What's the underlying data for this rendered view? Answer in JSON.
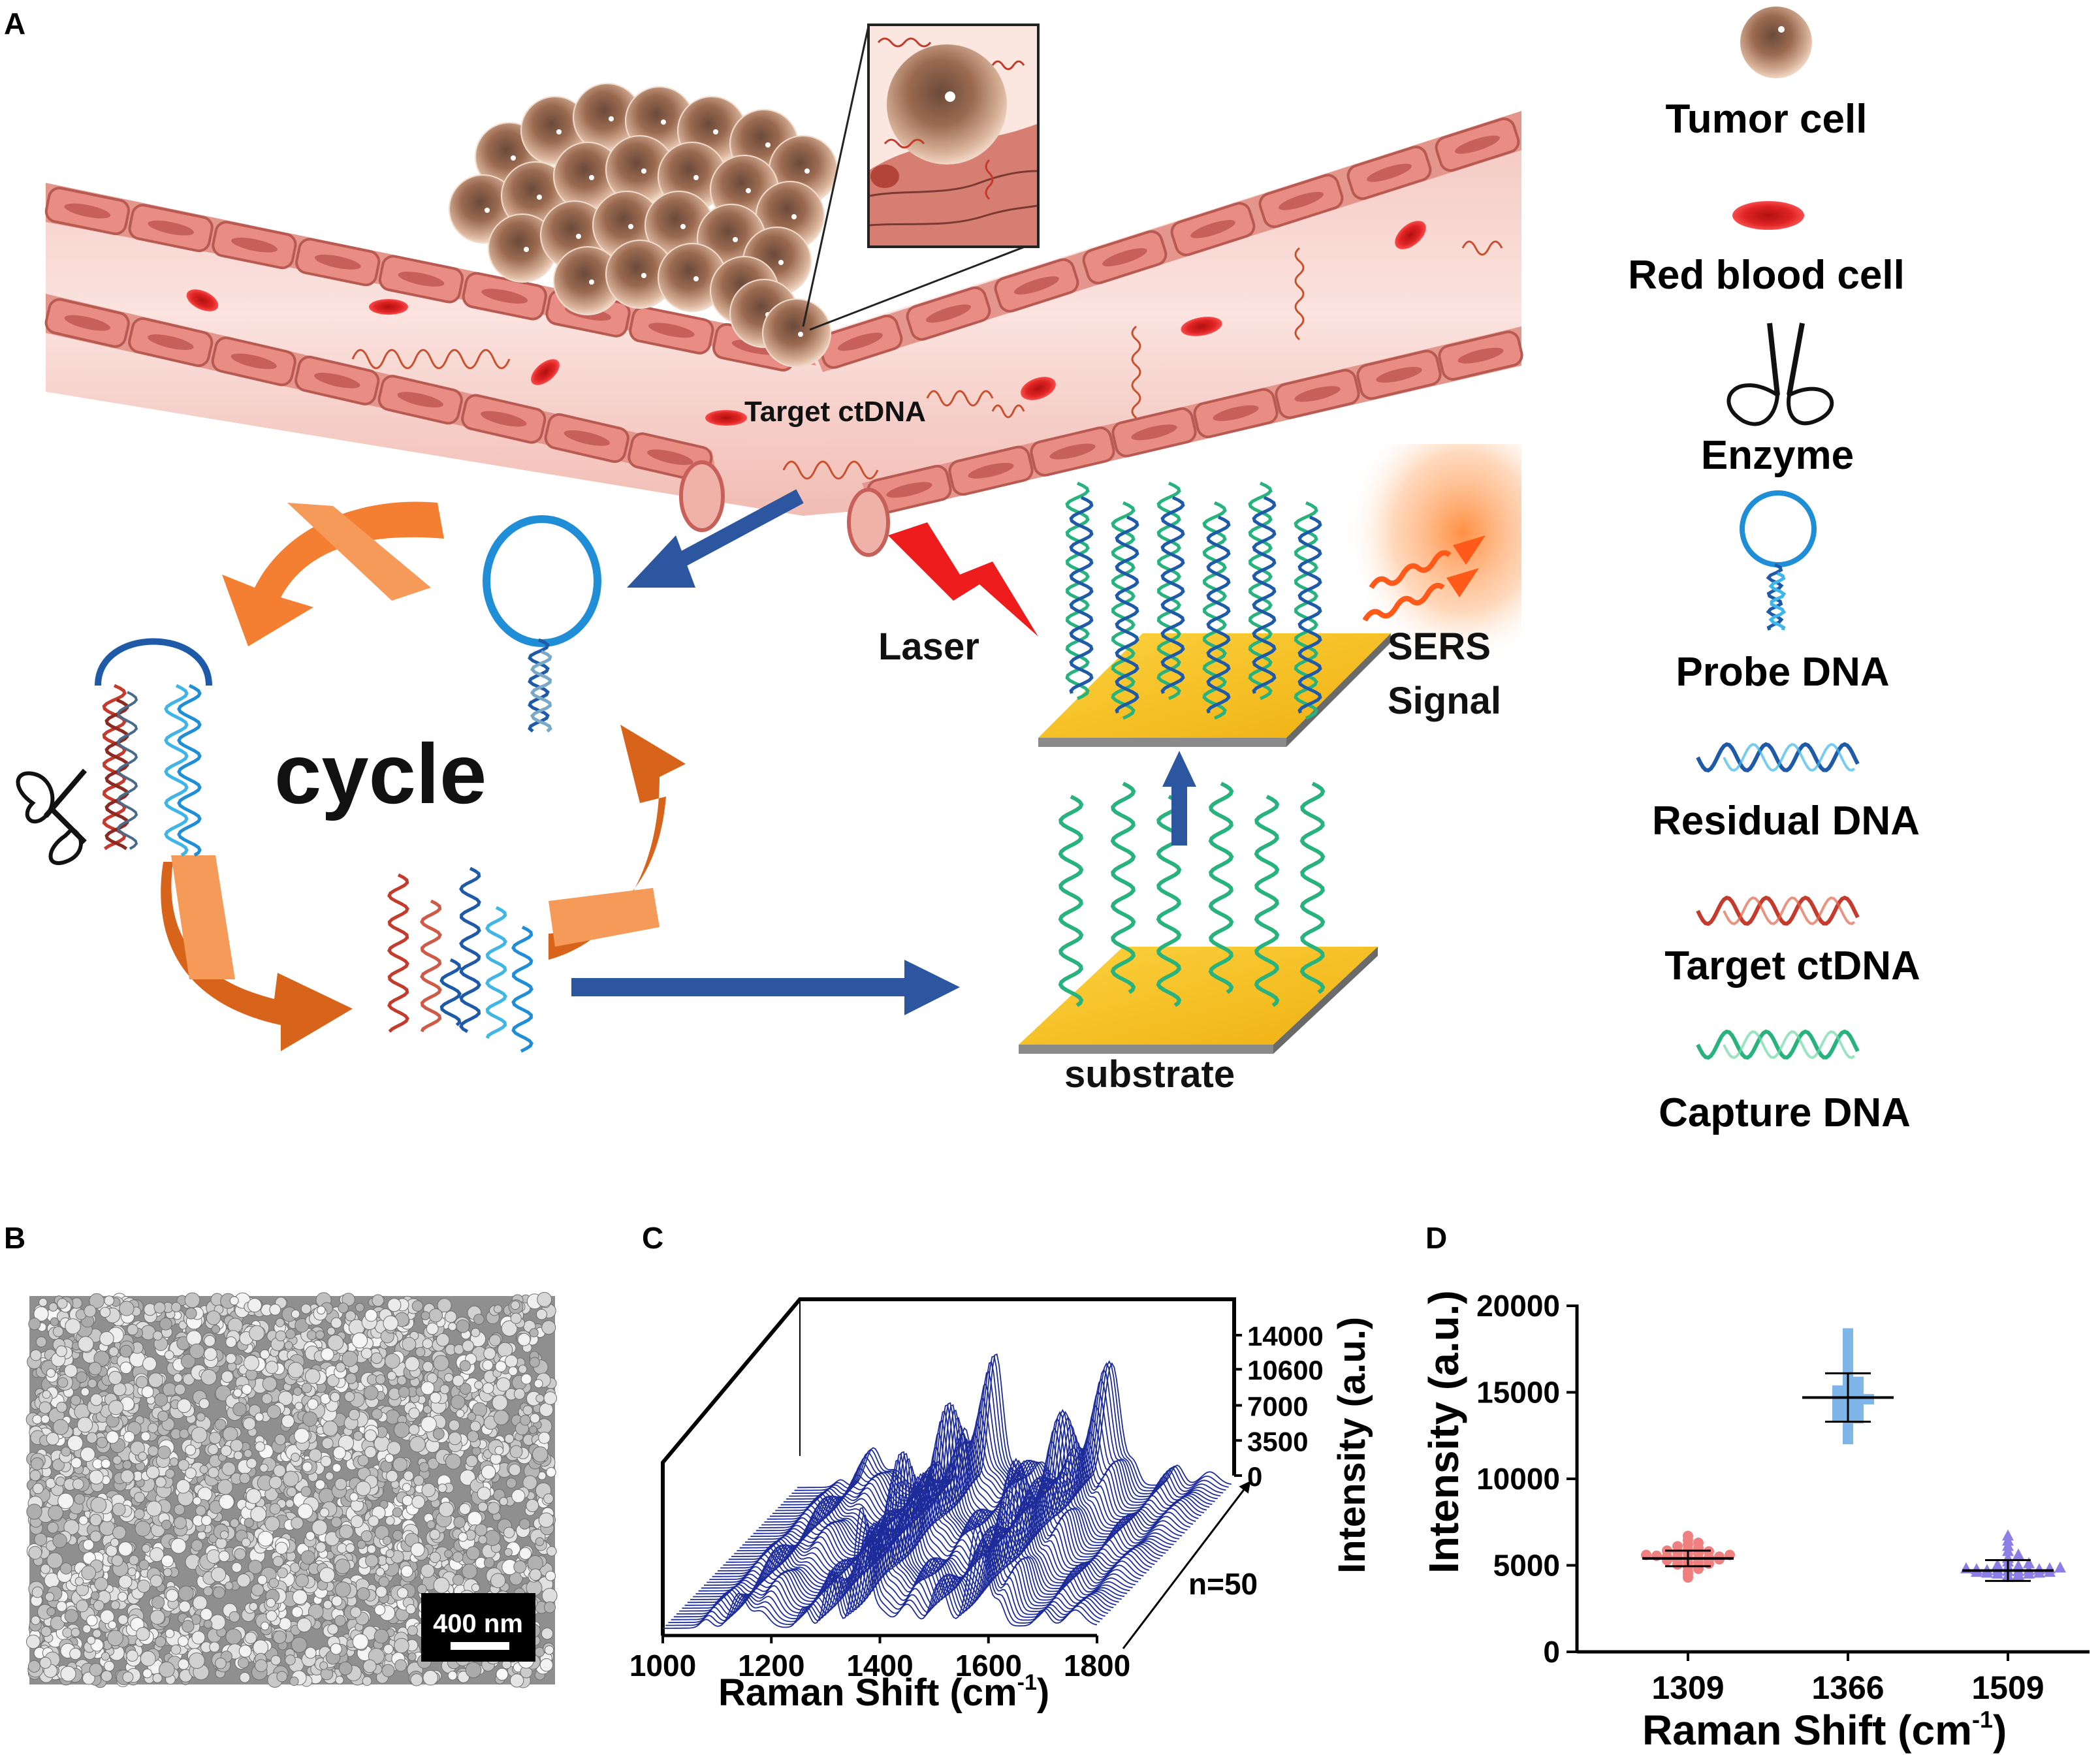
{
  "panels": {
    "A": {
      "letter": "A",
      "labels": {
        "target_ctdna": "Target ctDNA",
        "cycle": "cycle",
        "laser": "Laser",
        "sers_line1": "SERS",
        "sers_line2": "Signal",
        "substrate": "substrate"
      },
      "legend": [
        {
          "icon": "tumor-cell-icon",
          "label": "Tumor cell"
        },
        {
          "icon": "red-blood-cell-icon",
          "label": "Red blood cell"
        },
        {
          "icon": "scissors-icon",
          "label": "Enzyme"
        },
        {
          "icon": "hairpin-probe-icon",
          "label": "Probe DNA"
        },
        {
          "icon": "wave-blue-icon",
          "label": "Residual DNA"
        },
        {
          "icon": "wave-red-icon",
          "label": "Target ctDNA"
        },
        {
          "icon": "wave-green-icon",
          "label": "Capture DNA"
        }
      ],
      "colors": {
        "vessel": "#e7a49b",
        "vessel_cell": "#c8605a",
        "rbc": "#e02424",
        "tumor": "#a06e52",
        "arrow_blue": "#2d56a0",
        "arrow_orange": "#f07a2a",
        "gold": "#f7c21a",
        "laser": "#ee1c1c",
        "dna_blue": "#1f5aa8",
        "dna_cyan": "#3fb6e6",
        "dna_red": "#c43a2c",
        "dna_green": "#27b27e"
      }
    },
    "B": {
      "letter": "B",
      "scale_bar": "400 nm"
    },
    "C": {
      "letter": "C",
      "n_label": "n=50"
    },
    "D": {
      "letter": "D"
    }
  },
  "chart_data": [
    {
      "id": "C",
      "type": "line",
      "style": "waterfall-3d",
      "xlabel": "Raman Shift (cm⁻¹)",
      "xlabel_main": "Raman Shift (cm",
      "xlabel_sup": "-1",
      "xlabel_close": ")",
      "zlabel": "Intensity (a.u.)",
      "x_ticks": [
        1000,
        1200,
        1400,
        1600,
        1800
      ],
      "xlim": [
        1000,
        1800
      ],
      "z_ticks": [
        0,
        3500,
        7000,
        10600,
        14000
      ],
      "zlim": [
        0,
        14000
      ],
      "spectra_count": 50,
      "line_color": "#1d2b9a",
      "peaks": [
        {
          "x": 1080,
          "y": 1500
        },
        {
          "x": 1140,
          "y": 4200
        },
        {
          "x": 1180,
          "y": 3200
        },
        {
          "x": 1260,
          "y": 3000
        },
        {
          "x": 1309,
          "y": 6200
        },
        {
          "x": 1366,
          "y": 14000
        },
        {
          "x": 1400,
          "y": 3200
        },
        {
          "x": 1450,
          "y": 4500
        },
        {
          "x": 1509,
          "y": 4800
        },
        {
          "x": 1580,
          "y": 13500
        },
        {
          "x": 1620,
          "y": 4200
        },
        {
          "x": 1700,
          "y": 2500
        },
        {
          "x": 1760,
          "y": 1800
        }
      ]
    },
    {
      "id": "D",
      "type": "scatter",
      "style": "dot-plot",
      "xlabel": "Raman Shift (cm⁻¹)",
      "xlabel_main": "Raman Shift (cm",
      "xlabel_sup": "-1",
      "xlabel_close": ")",
      "ylabel": "Intensity (a.u.)",
      "categories": [
        "1309",
        "1366",
        "1509"
      ],
      "y_ticks": [
        0,
        5000,
        10000,
        15000,
        20000
      ],
      "ylim": [
        0,
        20000
      ],
      "series": [
        {
          "category": "1309",
          "marker": "circle",
          "color": "#f08080",
          "mean": 5400,
          "sd": 450,
          "values": [
            4300,
            4500,
            4650,
            4800,
            4900,
            5000,
            5050,
            5100,
            5150,
            5200,
            5250,
            5300,
            5300,
            5350,
            5400,
            5400,
            5450,
            5450,
            5500,
            5500,
            5550,
            5600,
            5600,
            5650,
            5700,
            5750,
            5800,
            5850,
            5900,
            6000,
            6100,
            6200,
            6300,
            6450,
            6700
          ]
        },
        {
          "category": "1366",
          "marker": "square",
          "color": "#7fb6ea",
          "mean": 14700,
          "sd": 1400,
          "values": [
            12300,
            12700,
            13000,
            13200,
            13400,
            13500,
            13600,
            13700,
            13800,
            13900,
            14000,
            14100,
            14200,
            14300,
            14400,
            14500,
            14600,
            14600,
            14700,
            14800,
            14900,
            15000,
            15100,
            15200,
            15300,
            15400,
            15600,
            15800,
            16000,
            16300,
            16700,
            17200,
            17600,
            18000,
            18400
          ]
        },
        {
          "category": "1509",
          "marker": "triangle",
          "color": "#8c7ee6",
          "mean": 4700,
          "sd": 600,
          "values": [
            4300,
            4350,
            4400,
            4450,
            4500,
            4500,
            4550,
            4550,
            4600,
            4600,
            4650,
            4650,
            4700,
            4700,
            4700,
            4750,
            4750,
            4800,
            4800,
            4850,
            4900,
            4950,
            5000,
            5100,
            5200,
            5400,
            5600,
            5800,
            6100,
            6400,
            6700
          ]
        }
      ]
    }
  ]
}
